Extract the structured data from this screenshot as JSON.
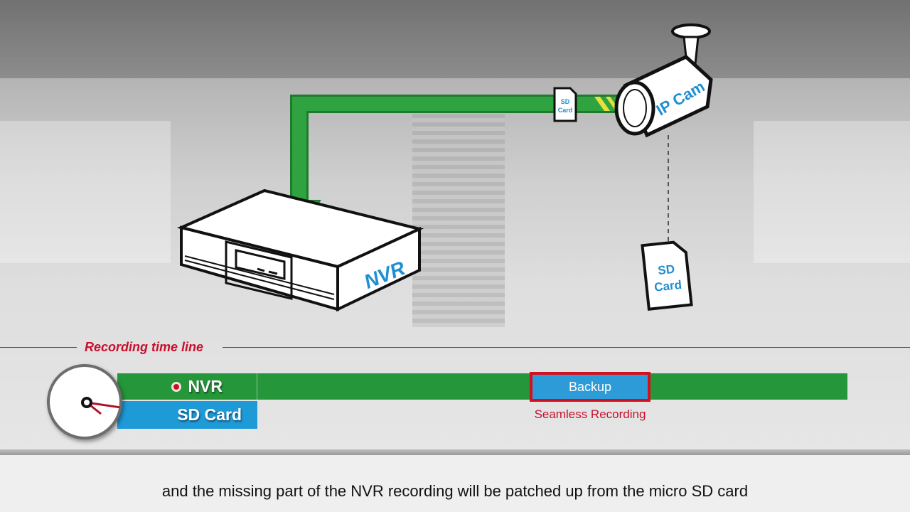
{
  "diagram": {
    "ip_camera_label": "IP Cam",
    "nvr_label": "NVR",
    "small_sd_card_label": [
      "SD",
      "Card"
    ],
    "large_sd_card_label": [
      "SD",
      "Card"
    ]
  },
  "timeline": {
    "title": "Recording time line",
    "rows": [
      {
        "label": "NVR",
        "status": "recording"
      },
      {
        "label": "SD Card"
      }
    ],
    "backup_label": "Backup",
    "seamless_label": "Seamless Recording"
  },
  "caption": "and the missing part of the NVR recording will be patched up from the micro SD card",
  "colors": {
    "green": "#25963a",
    "blue": "#1e9ad6",
    "red": "#c8102e"
  }
}
